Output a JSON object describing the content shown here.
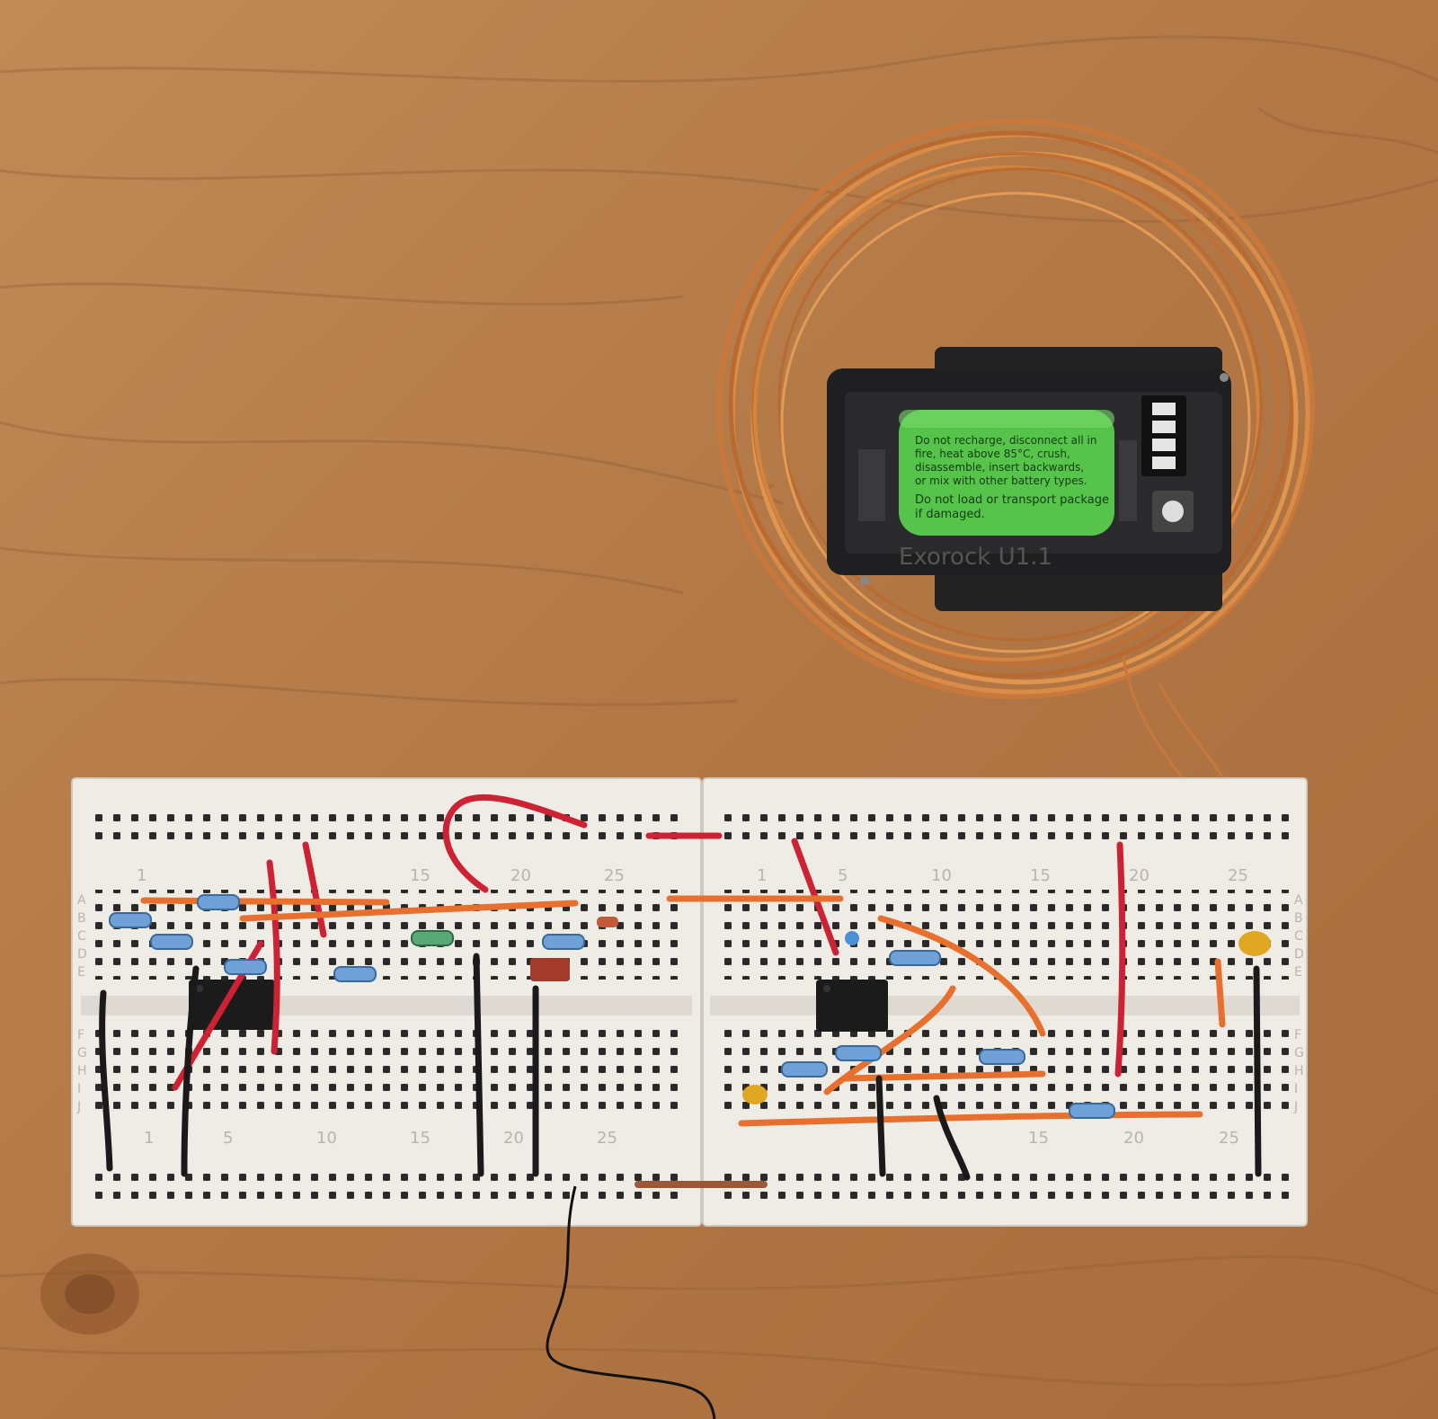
{
  "photo": {
    "battery_label_lines": [
      "Do not recharge, disconnect all in",
      "fire, heat above 85°C, crush,",
      "disassemble, insert backwards,",
      "or mix with other battery types.",
      "Do not load or transport package",
      "if damaged."
    ],
    "holder_label": "Exorock U1.1",
    "left_board": {
      "column_numbers": [
        "1",
        "15",
        "20",
        "25"
      ],
      "bottom_column_numbers": [
        "1",
        "5",
        "10",
        "15",
        "20",
        "25"
      ],
      "row_letters_top": [
        "A",
        "B",
        "C",
        "D",
        "E"
      ],
      "row_letters_bottom": [
        "F",
        "G",
        "H",
        "I",
        "J"
      ]
    },
    "right_board": {
      "column_numbers": [
        "1",
        "5",
        "10",
        "15",
        "20",
        "25"
      ],
      "bottom_column_numbers": [
        "15",
        "20",
        "25"
      ],
      "row_letters_top": [
        "A",
        "B",
        "C",
        "D",
        "E"
      ],
      "row_letters_bottom": [
        "F",
        "G",
        "H",
        "I",
        "J"
      ]
    },
    "colors": {
      "wood": "#b87f4c",
      "breadboard": "#efece6",
      "copper": "#c9783c",
      "battery": "#56c44a",
      "wire_red": "#cc2233",
      "wire_orange": "#e8702f",
      "wire_black": "#1a1a1a"
    }
  }
}
